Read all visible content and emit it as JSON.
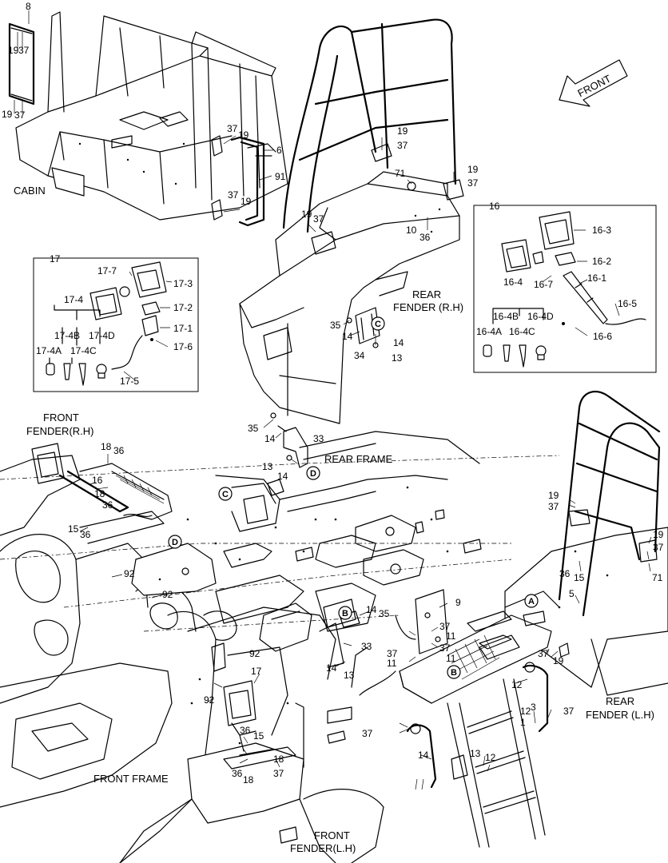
{
  "captions": {
    "cabin": "CABIN",
    "rear_fender_rh_line1": "REAR",
    "rear_fender_rh_line2": "FENDER (R.H)",
    "front_fender_rh_line1": "FRONT",
    "front_fender_rh_line2": "FENDER(R.H)",
    "rear_frame": "REAR FRAME",
    "rear_fender_lh_line1": "REAR",
    "rear_fender_lh_line2": "FENDER (L.H)",
    "front_frame": "FRONT FRAME",
    "front_fender_lh_line1": "FRONT",
    "front_fender_lh_line2": "FENDER(L.H)",
    "front_arrow": "FRONT"
  },
  "circle_refs": {
    "a": "A",
    "b": "B",
    "c": "C",
    "d": "D"
  },
  "detail_17": {
    "title": "17",
    "parts": [
      "17-7",
      "17-3",
      "17-4",
      "17-2",
      "17-1",
      "17-6",
      "17-4B",
      "17-4D",
      "17-4A",
      "17-4C",
      "17-5"
    ]
  },
  "detail_16": {
    "title": "16",
    "parts": [
      "16-3",
      "16-2",
      "16-4",
      "16-7",
      "16-1",
      "16-5",
      "16-4B",
      "16-4D",
      "16-4A",
      "16-4C",
      "16-6"
    ]
  },
  "callouts": [
    "8",
    "19",
    "37",
    "19",
    "37",
    "37",
    "19",
    "6",
    "91",
    "37",
    "19",
    "19",
    "37",
    "19",
    "37",
    "19",
    "37",
    "71",
    "10",
    "36",
    "35",
    "14",
    "14",
    "34",
    "13",
    "35",
    "14",
    "33",
    "13",
    "14",
    "18",
    "36",
    "16",
    "18",
    "36",
    "15",
    "36",
    "19",
    "37",
    "19",
    "37",
    "71",
    "36",
    "15",
    "5",
    "92",
    "92",
    "9",
    "14",
    "35",
    "37",
    "11",
    "37",
    "11",
    "33",
    "14",
    "13",
    "37",
    "11",
    "37",
    "19",
    "92",
    "17",
    "92",
    "36",
    "15",
    "36",
    "18",
    "18",
    "37",
    "12",
    "3",
    "37",
    "12",
    "1",
    "14",
    "13",
    "12",
    "37"
  ]
}
